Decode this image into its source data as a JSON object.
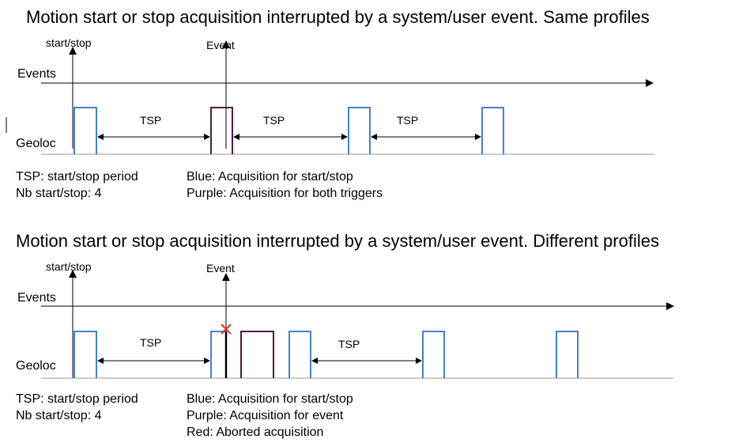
{
  "colors": {
    "blue": "#4a7fc8",
    "purple": "#4b1e47",
    "red": "#e8302a",
    "gray": "#9a9a9a",
    "black": "#000000"
  },
  "panels": [
    {
      "title": "Motion start or stop acquisition interrupted by a system/user event. Same profiles",
      "y_axis_label": "start/stop",
      "event_label": "Event",
      "events_row_label": "Events",
      "geoloc_row_label": "Geoloc",
      "period_label": "TSP",
      "legend_left": [
        "TSP: start/stop period",
        "Nb start/stop: 4"
      ],
      "legend_right": [
        "Blue: Acquisition for start/stop",
        "Purple: Acquisition for both triggers"
      ]
    },
    {
      "title": "Motion start or stop acquisition interrupted by a system/user event. Different profiles",
      "y_axis_label": "start/stop",
      "event_label": "Event",
      "events_row_label": "Events",
      "geoloc_row_label": "Geoloc",
      "period_label": "TSP",
      "legend_left": [
        "TSP: start/stop period",
        "Nb start/stop: 4"
      ],
      "legend_right": [
        "Blue: Acquisition for start/stop",
        "Purple: Acquisition for event",
        "Red: Aborted acquisition"
      ]
    }
  ]
}
